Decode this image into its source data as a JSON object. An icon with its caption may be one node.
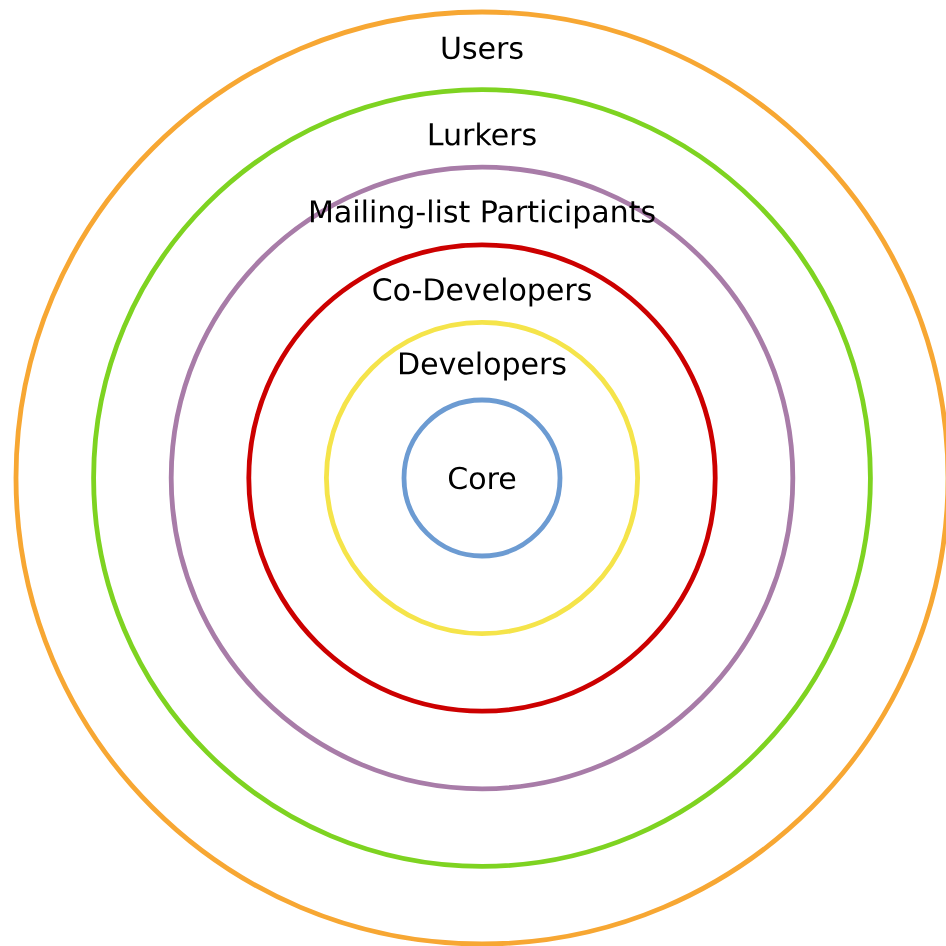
{
  "diagram": {
    "nodes": [
      {
        "text": [
          "Users"
        ]
      },
      {
        "text": [
          "Lurkers"
        ],
        "in": 0
      },
      {
        "text": [
          "Mailing-list Participants"
        ],
        "in": 1
      },
      {
        "text": [
          "Co-Developers"
        ],
        "in": 2
      },
      {
        "text": [
          "Developers"
        ],
        "in": 3
      },
      {
        "text": [
          "Core"
        ],
        "in": 4
      }
    ]
  }
}
